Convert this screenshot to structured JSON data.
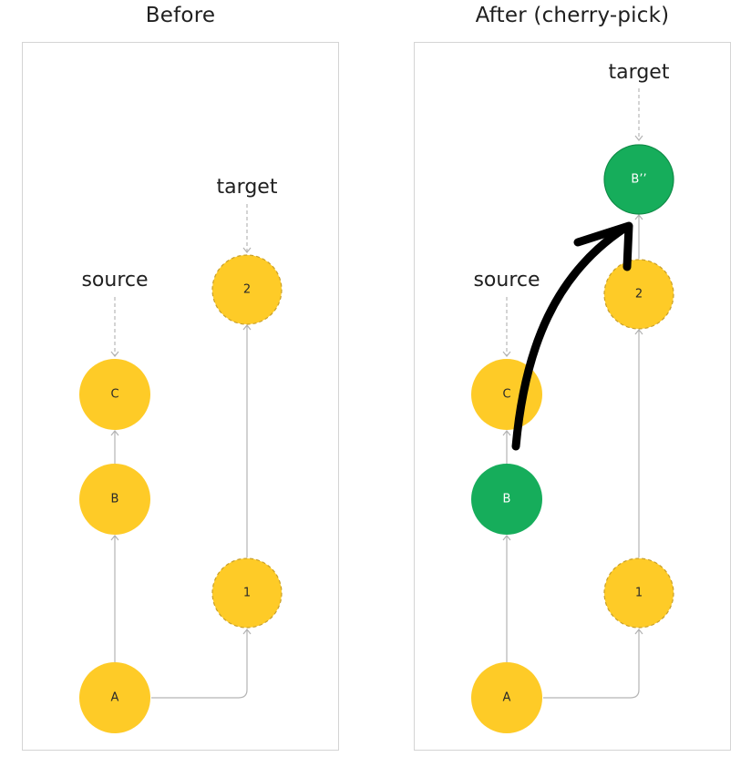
{
  "panels": {
    "before": {
      "title": "Before",
      "refs": {
        "source": "source",
        "target": "target"
      },
      "commits": {
        "a": "A",
        "b": "B",
        "c": "C",
        "one": "1",
        "two": "2"
      }
    },
    "after": {
      "title": "After (cherry-pick)",
      "refs": {
        "source": "source",
        "target": "target"
      },
      "commits": {
        "a": "A",
        "b": "B",
        "c": "C",
        "one": "1",
        "two": "2",
        "picked": "B’’"
      }
    }
  },
  "colors": {
    "commit": "#fecb27",
    "highlight": "#16ad5b",
    "edge": "#b3b3b3",
    "arrow": "#000000"
  }
}
